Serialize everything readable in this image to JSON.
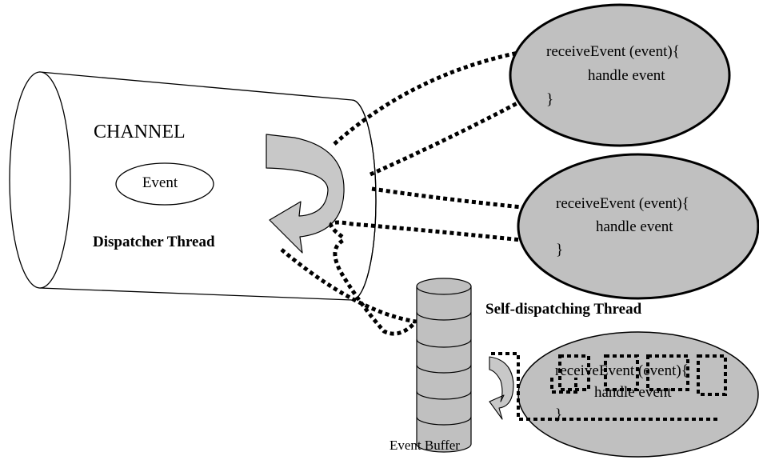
{
  "channel": {
    "label": "CHANNEL"
  },
  "event": {
    "label": "Event"
  },
  "dispatcher": {
    "label": "Dispatcher Thread"
  },
  "self_dispatch": {
    "label": "Self-dispatching Thread"
  },
  "buffer": {
    "label": "Event Buffer"
  },
  "handlers": [
    {
      "line1": "receiveEvent (event){",
      "line2": "handle event",
      "line3": "}"
    },
    {
      "line1": "receiveEvent (event){",
      "line2": "handle event",
      "line3": "}"
    },
    {
      "line1": "receiveEvent (event){",
      "line2": "handle event",
      "line3": "}"
    }
  ],
  "colors": {
    "ellipse_fill": "#c0c0c0",
    "arrow_fill": "#c8c8c8",
    "stroke": "#000000"
  }
}
